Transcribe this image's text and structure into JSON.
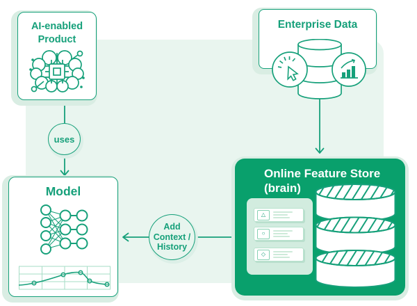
{
  "colors": {
    "accent_green": "#16a07a",
    "feature_box_fill": "#09a06c",
    "background_tint": "#e9f5ef",
    "halo": "#d9ede3",
    "panel": "#d2ecdf"
  },
  "diagram": {
    "ai_product": {
      "title_lines": [
        "AI-enabled",
        "Product"
      ],
      "icon": "brain-chip"
    },
    "enterprise_data": {
      "title": "Enterprise Data",
      "icons": [
        "database",
        "click-cursor",
        "bar-chart"
      ]
    },
    "model": {
      "title": "Model",
      "icons": [
        "neural-network",
        "line-chart"
      ]
    },
    "feature_store": {
      "title_lines": [
        "Online Feature Store",
        "(brain)"
      ],
      "icon": "database-stack",
      "cards": [
        {
          "glyph": "△",
          "icon": "triangle"
        },
        {
          "glyph": "○",
          "icon": "circle"
        },
        {
          "glyph": "◇",
          "icon": "diamond"
        }
      ]
    },
    "labels": {
      "uses": "uses",
      "add_context_lines": [
        "Add",
        "Context /",
        "History"
      ]
    }
  }
}
